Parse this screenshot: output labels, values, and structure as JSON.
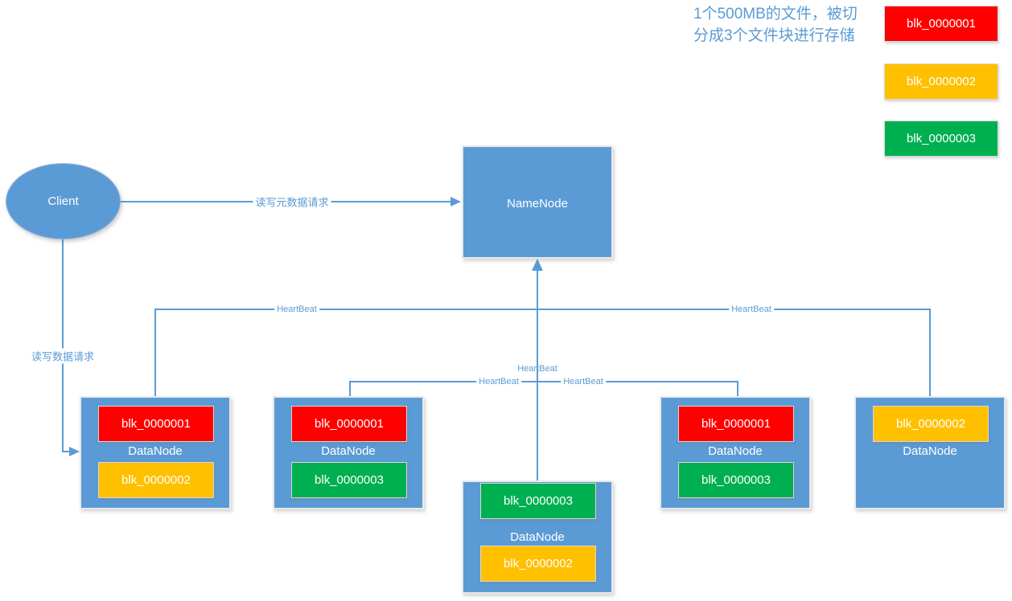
{
  "annotation": {
    "line1": "1个500MB的文件，被切",
    "line2": "分成3个文件块进行存储"
  },
  "legend": [
    {
      "label": "blk_0000001",
      "color": "#FF0000"
    },
    {
      "label": "blk_0000002",
      "color": "#FFC000"
    },
    {
      "label": "blk_0000003",
      "color": "#00B050"
    }
  ],
  "nodes": {
    "client": {
      "label": "Client"
    },
    "namenode": {
      "label": "NameNode"
    },
    "datanodes": [
      {
        "label": "DataNode",
        "blocks": [
          {
            "label": "blk_0000001",
            "color": "#FF0000"
          },
          {
            "label": "blk_0000002",
            "color": "#FFC000"
          }
        ]
      },
      {
        "label": "DataNode",
        "blocks": [
          {
            "label": "blk_0000001",
            "color": "#FF0000"
          },
          {
            "label": "blk_0000003",
            "color": "#00B050"
          }
        ]
      },
      {
        "label": "DataNode",
        "blocks": [
          {
            "label": "blk_0000003",
            "color": "#00B050"
          },
          {
            "label": "blk_0000002",
            "color": "#FFC000"
          }
        ]
      },
      {
        "label": "DataNode",
        "blocks": [
          {
            "label": "blk_0000001",
            "color": "#FF0000"
          },
          {
            "label": "blk_0000003",
            "color": "#00B050"
          }
        ]
      },
      {
        "label": "DataNode",
        "blocks": [
          {
            "label": "blk_0000002",
            "color": "#FFC000"
          }
        ]
      }
    ]
  },
  "edges": {
    "metadata_request_label": "读写元数据请求",
    "data_request_label": "读写数据请求",
    "heartbeat_label": "HeartBeat"
  },
  "colors": {
    "node_fill": "#5B9BD5",
    "connector": "#5B9BD5",
    "label_text": "#5B9BD5"
  }
}
